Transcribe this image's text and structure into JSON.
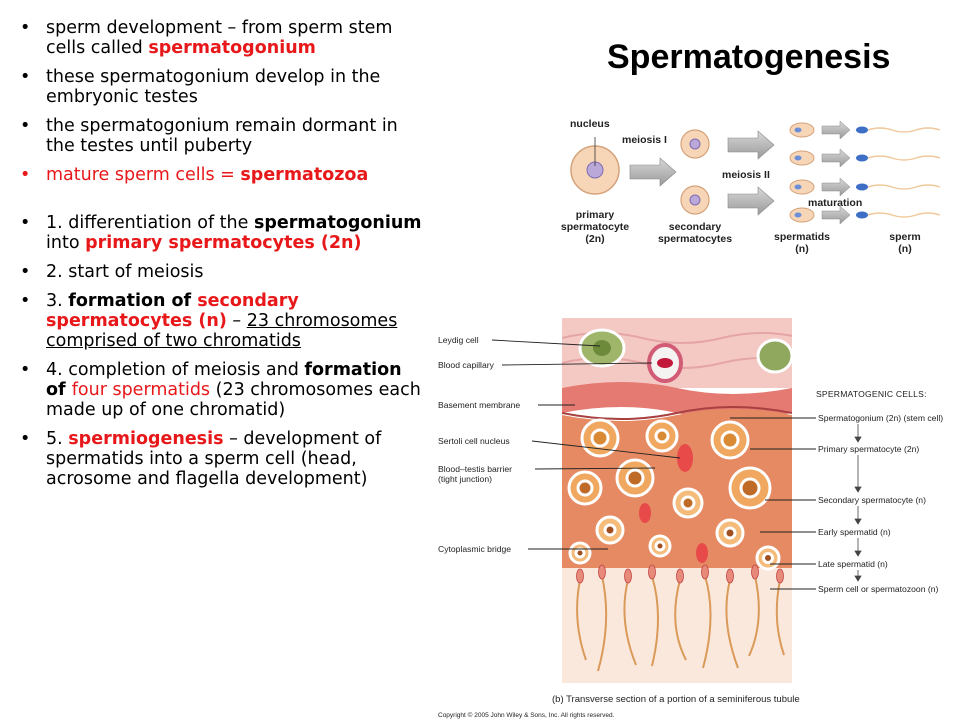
{
  "title": "Spermatogenesis",
  "bullets": [
    {
      "a": "sperm development – from sperm stem cells called ",
      "b": "spermatogonium"
    },
    {
      "a": "these spermatogonium develop in the embryonic testes"
    },
    {
      "a": "the spermatogonium remain dormant in the testes until puberty"
    },
    {
      "a": "mature  sperm cells = ",
      "b": "spermatozoa"
    },
    {
      "a": "1. differentiation of the ",
      "b": "spermatogonium",
      "c": " into ",
      "d": "primary spermatocytes (2n)"
    },
    {
      "a": "2. start of meiosis"
    },
    {
      "a": "3. ",
      "b": "formation of ",
      "c": "secondary spermatocytes (n)",
      "d": " – ",
      "e": "23 chromosomes comprised of two chromatids"
    },
    {
      "a": "4. completion of meiosis and ",
      "b": "formation of  ",
      "c": "four spermatids",
      "d": " (23 chromosomes each made up of one chromatid)"
    },
    {
      "a": "5. ",
      "b": "spermiogenesis",
      "c": " – development of spermatids into a sperm cell (head, acrosome and flagella development)"
    }
  ],
  "diagram_top": {
    "nucleus": "nucleus",
    "meiosis1": "meiosis I",
    "meiosis2": "meiosis II",
    "maturation": "maturation",
    "primary1": "primary",
    "primary2": "spermatocyte",
    "primary3": "(2n)",
    "secondary1": "secondary",
    "secondary2": "spermatocytes",
    "spermatids1": "spermatids",
    "spermatids2": "(n)",
    "sperm1": "sperm",
    "sperm2": "(n)"
  },
  "histology": {
    "left_labels": [
      "Leydig cell",
      "Blood capillary",
      "Basement membrane",
      "Sertoli cell nucleus",
      "Blood–testis barrier",
      "(tight junction)",
      "Cytoplasmic bridge"
    ],
    "header": "SPERMATOGENIC CELLS:",
    "right_labels": [
      "Spermatogonium (2n) (stem cell)",
      "Primary spermatocyte (2n)",
      "Secondary spermatocyte (n)",
      "Early spermatid (n)",
      "Late spermatid (n)",
      "Sperm cell or spermatozoon (n)"
    ],
    "caption": "(b) Transverse section of a portion of a seminiferous tubule",
    "copyright": "Copyright © 2005 John Wiley & Sons, Inc.  All rights reserved."
  },
  "colors": {
    "red": "#e8181a",
    "tissue": "#e58a63",
    "interstitial": "#f4c9c4"
  }
}
